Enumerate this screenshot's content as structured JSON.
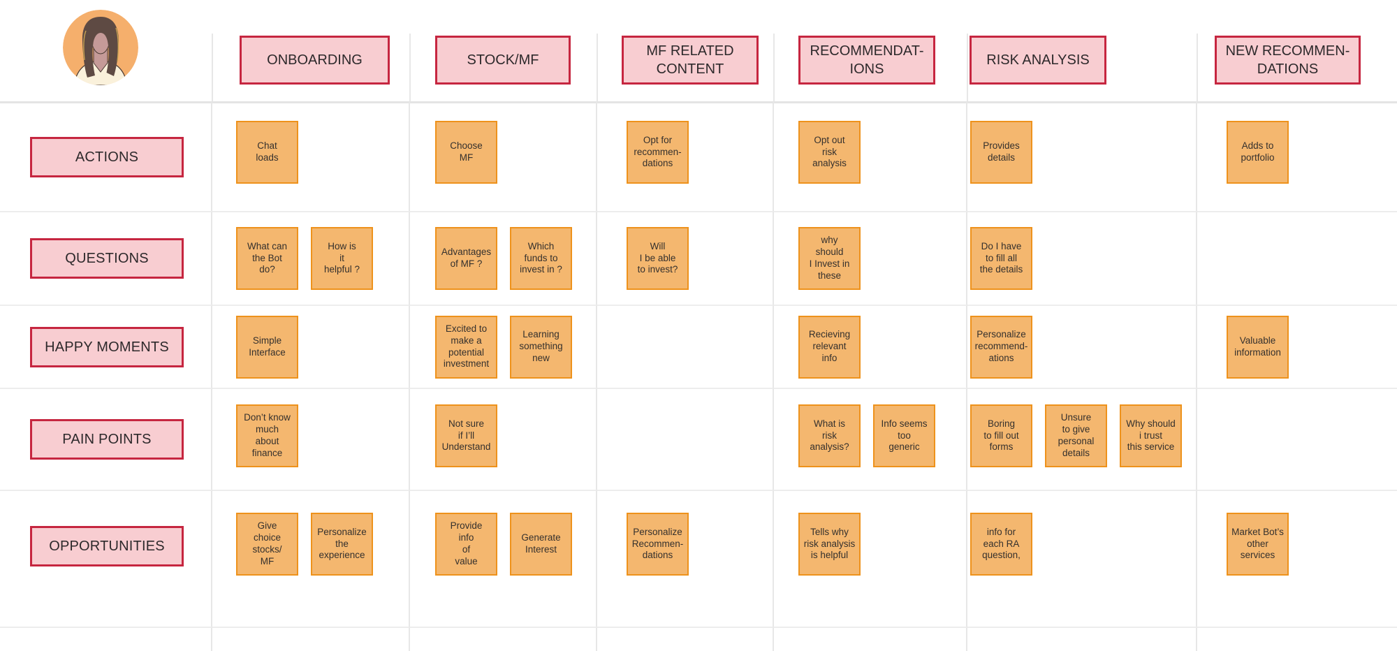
{
  "persona": {
    "avatar": "woman-persona-avatar"
  },
  "columns": [
    "ONBOARDING",
    "STOCK/MF",
    "MF RELATED CONTENT",
    "RECOMMENDAT-IONS",
    "RISK ANALYSIS",
    "NEW RECOMMEN-DATIONS"
  ],
  "rows": [
    "ACTIONS",
    "QUESTIONS",
    "HAPPY MOMENTS",
    "PAIN POINTS",
    "OPPORTUNITIES"
  ],
  "notes": [
    [
      [
        "Chat\nloads"
      ],
      [
        "Choose\nMF"
      ],
      [
        "Opt for\nrecommen-\ndations"
      ],
      [
        "Opt out\nrisk\nanalysis"
      ],
      [
        "Provides\ndetails"
      ],
      [
        "Adds to\nportfolio"
      ]
    ],
    [
      [
        "What can\nthe Bot\ndo?",
        "How is\nit\nhelpful ?"
      ],
      [
        "Advantages\nof MF ?",
        "Which\nfunds to\ninvest in ?"
      ],
      [
        "Will\nI be able\nto invest?"
      ],
      [
        "why\nshould\nI Invest in\nthese"
      ],
      [
        "Do I have\nto fill all\nthe details"
      ],
      []
    ],
    [
      [
        "Simple\nInterface"
      ],
      [
        "Excited to\nmake a\npotential\ninvestment",
        "Learning\nsomething\nnew"
      ],
      [],
      [
        "Recieving\nrelevant\ninfo"
      ],
      [
        "Personalize\nrecommend-\nations"
      ],
      [
        "Valuable\ninformation"
      ]
    ],
    [
      [
        "Don’t know\nmuch\nabout\nfinance"
      ],
      [
        "Not sure\nif I’ll\nUnderstand"
      ],
      [],
      [
        "What is\nrisk\nanalysis?",
        "Info seems\ntoo\ngeneric"
      ],
      [
        "Boring\nto fill out\nforms",
        "Unsure\nto give\npersonal\ndetails",
        "Why should\ni trust\nthis service"
      ],
      []
    ],
    [
      [
        "Give\nchoice\nstocks/\nMF",
        "Personalize\nthe\nexperience"
      ],
      [
        "Provide\ninfo\nof\nvalue",
        "Generate\nInterest"
      ],
      [
        "Personalize\nRecommen-\ndations"
      ],
      [
        "Tells why\nrisk analysis\nis helpful"
      ],
      [
        "info for\neach RA\nquestion,"
      ],
      [
        "Market Bot’s\nother\nservices"
      ]
    ]
  ],
  "colors": {
    "note_bg": "#F4B76F",
    "note_border": "#EE921C",
    "label_bg": "#F8CDD1",
    "label_border": "#C62640",
    "grid_line": "#E7E7E7",
    "avatar_bg": "#F5AF6C"
  }
}
